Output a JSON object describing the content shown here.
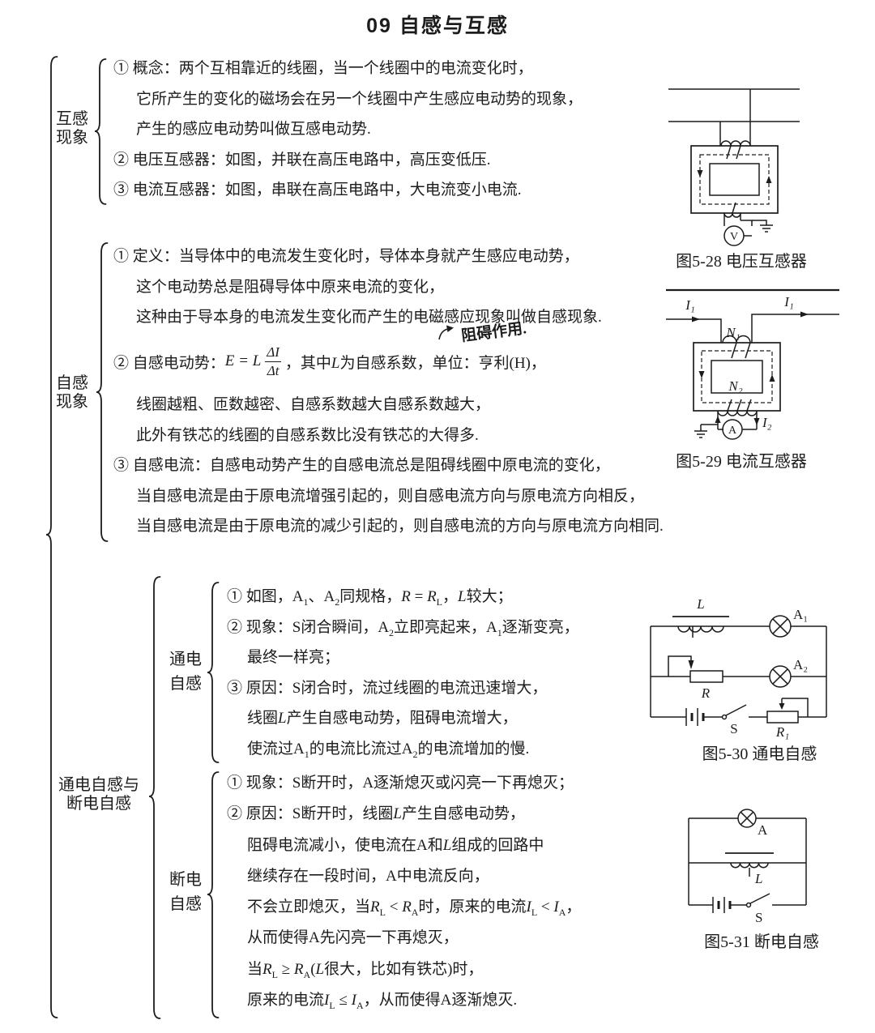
{
  "title": "09  自感与互感",
  "outline": {
    "mutual": {
      "label": [
        "互感",
        "现象"
      ],
      "lines": [
        "① 概念：两个互相靠近的线圈，当一个线圈中的电流变化时，",
        "它所产生的变化的磁场会在另一个线圈中产生感应电动势的现象，",
        "产生的感应电动势叫做互感电动势.",
        "② 电压互感器：如图，并联在高压电路中，高压变低压.",
        "③ 电流互感器：如图，串联在高压电路中，大电流变小电流."
      ]
    },
    "selfind": {
      "label": [
        "自感",
        "现象"
      ],
      "lines_a": [
        "① 定义：当导体中的电流发生变化时，导体本身就产生感应电动势，",
        "这个电动势总是阻碍导体中原来电流的变化，",
        "这种由于导本身的电流发生变化而产生的电磁感应现象叫做自感现象."
      ],
      "formula": {
        "lead": "② 自感电动势：",
        "lhs": "E = L",
        "numerator": "ΔI",
        "denominator": "Δt",
        "tail": [
          {
            "t": "，其中"
          },
          {
            "t": "L",
            "s": "i"
          },
          {
            "t": "为自感系数，单位：亨利(H)，"
          }
        ]
      },
      "annotation": "阻碍作用.",
      "lines_b": [
        "线圈越粗、匝数越密、自感系数越大自感系数越大，",
        "此外有铁芯的线圈的自感系数比没有铁芯的大得多.",
        "③ 自感电流：自感电动势产生的自感电流总是阻碍线圈中原电流的变化，",
        "当自感电流是由于原电流增强引起的，则自感电流方向与原电流方向相反，",
        "当自感电流是由于原电流的减少引起的，则自感电流的方向与原电流方向相同."
      ]
    },
    "group": {
      "label": [
        "通电自感与",
        "断电自感"
      ],
      "energize": {
        "label": [
          "通电",
          "自感"
        ],
        "lines": [
          [
            {
              "t": "① 如图，A"
            },
            {
              "t": "1",
              "s": "sub"
            },
            {
              "t": "、A"
            },
            {
              "t": "2",
              "s": "sub"
            },
            {
              "t": "同规格，"
            },
            {
              "t": "R",
              "s": "i"
            },
            {
              "t": " = "
            },
            {
              "t": "R",
              "s": "i"
            },
            {
              "t": "L",
              "s": "sub"
            },
            {
              "t": "，"
            },
            {
              "t": "L",
              "s": "i"
            },
            {
              "t": "较大；"
            }
          ],
          [
            {
              "t": "② 现象：S闭合瞬间，A"
            },
            {
              "t": "2",
              "s": "sub"
            },
            {
              "t": "立即亮起来，A"
            },
            {
              "t": "1",
              "s": "sub"
            },
            {
              "t": "逐渐变亮，"
            }
          ],
          "最终一样亮；",
          "③ 原因：S闭合时，流过线圈的电流迅速增大，",
          [
            {
              "t": "线圈"
            },
            {
              "t": "L",
              "s": "i"
            },
            {
              "t": "产生自感电动势，阻碍电流增大，"
            }
          ],
          [
            {
              "t": "使流过A"
            },
            {
              "t": "1",
              "s": "sub"
            },
            {
              "t": "的电流比流过A"
            },
            {
              "t": "2",
              "s": "sub"
            },
            {
              "t": "的电流增加的慢."
            }
          ]
        ]
      },
      "deenergize": {
        "label": [
          "断电",
          "自感"
        ],
        "lines": [
          "① 现象：S断开时，A逐渐熄灭或闪亮一下再熄灭；",
          [
            {
              "t": "② 原因：S断开时，线圈"
            },
            {
              "t": "L",
              "s": "i"
            },
            {
              "t": "产生自感电动势，"
            }
          ],
          [
            {
              "t": "阻碍电流减小，使电流在A和"
            },
            {
              "t": "L",
              "s": "i"
            },
            {
              "t": "组成的回路中"
            }
          ],
          "继续存在一段时间，A中电流反向，",
          [
            {
              "t": "不会立即熄灭，当"
            },
            {
              "t": "R",
              "s": "i"
            },
            {
              "t": "L",
              "s": "sub"
            },
            {
              "t": " < "
            },
            {
              "t": "R",
              "s": "i"
            },
            {
              "t": "A",
              "s": "sub"
            },
            {
              "t": "时，原来的电流"
            },
            {
              "t": "I",
              "s": "i"
            },
            {
              "t": "L",
              "s": "sub"
            },
            {
              "t": " < "
            },
            {
              "t": "I",
              "s": "i"
            },
            {
              "t": "A",
              "s": "sub"
            },
            {
              "t": "，"
            }
          ],
          "从而使得A先闪亮一下再熄灭，",
          [
            {
              "t": "当"
            },
            {
              "t": "R",
              "s": "i"
            },
            {
              "t": "L",
              "s": "sub"
            },
            {
              "t": " ≥ "
            },
            {
              "t": "R",
              "s": "i"
            },
            {
              "t": "A",
              "s": "sub"
            },
            {
              "t": "("
            },
            {
              "t": "L",
              "s": "i"
            },
            {
              "t": "很大，比如有铁芯)时，"
            }
          ],
          [
            {
              "t": "原来的电流"
            },
            {
              "t": "I",
              "s": "i"
            },
            {
              "t": "L",
              "s": "sub"
            },
            {
              "t": " ≤ "
            },
            {
              "t": "I",
              "s": "i"
            },
            {
              "t": "A",
              "s": "sub"
            },
            {
              "t": "，从而使得A逐渐熄灭."
            }
          ]
        ]
      }
    }
  },
  "figures": {
    "fig28": {
      "caption": "图5-28  电压互感器",
      "meter": "V"
    },
    "fig29": {
      "caption": "图5-29  电流互感器",
      "meter": "A",
      "i1_left": "I₁",
      "i1_right": "I₁",
      "i2": "I₂",
      "n1": "N₁",
      "n2": "N₂"
    },
    "fig30": {
      "caption": "图5-30  通电自感",
      "l": "L",
      "a1": "A₁",
      "a2": "A₂",
      "r": "R",
      "r1": "R₁",
      "s": "S"
    },
    "fig31": {
      "caption": "图5-31  断电自感",
      "a": "A",
      "l": "L",
      "s": "S"
    }
  },
  "colors": {
    "ink": "#1c1c1c",
    "paper": "#ffffff"
  }
}
